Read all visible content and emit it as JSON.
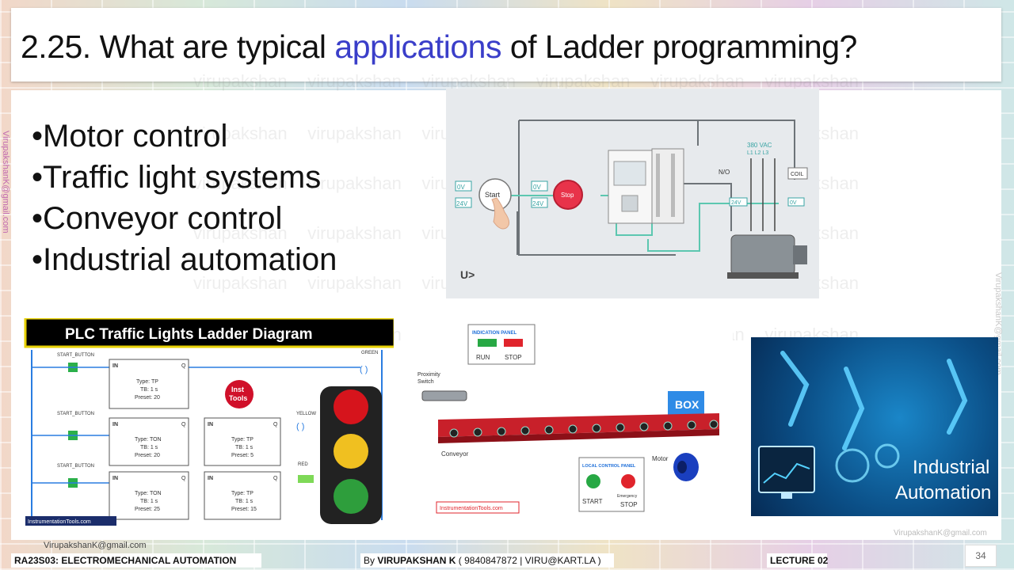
{
  "title": {
    "prefix": "2.25. What are typical ",
    "highlight": "applications",
    "suffix": " of Ladder programming?"
  },
  "bullets": [
    "Motor control",
    "Traffic light systems",
    "Conveyor control",
    "Industrial automation"
  ],
  "watermark": {
    "word": "virupakshan",
    "email": "VirupakshanK@gmail.com"
  },
  "motor_diagram": {
    "start_label": "Start",
    "stop_label": "Stop",
    "zero_v": "0V",
    "v24": "24V",
    "vac_label": "380 VAC",
    "phases": "L1  L2  L3",
    "no_label": "N/O",
    "coil_label": "COIL",
    "logo": "U>"
  },
  "traffic_diagram": {
    "title": "PLC Traffic Lights Ladder Diagram",
    "start_button": "START_BUTTON",
    "green": "GREEN",
    "yellow": "YELLOW",
    "red": "RED",
    "in": "IN",
    "q": "Q",
    "type_tp": "Type: TP",
    "type_ton": "Type: TON",
    "tb": "TB: 1 s",
    "preset_20": "Preset: 20",
    "preset_5": "Preset: 5",
    "preset_25": "Preset: 25",
    "preset_15": "Preset: 15",
    "logo_line1": "Inst",
    "logo_line2": "Tools",
    "site": "InstrumentationTools.com"
  },
  "conveyor_diagram": {
    "indication_panel": "INDICATION PANEL",
    "run": "RUN",
    "stop": "STOP",
    "proximity": "Proximity",
    "switch": "Switch",
    "box": "BOX",
    "conveyor": "Conveyor",
    "motor": "Motor",
    "local_panel": "LOCAL CONTROL PANEL",
    "start": "START",
    "emergency": "Emergency",
    "site": "InstrumentationTools.com"
  },
  "industrial_image": {
    "line1": "Industrial",
    "line2": "Automation"
  },
  "footer": {
    "email": "VirupakshanK@gmail.com",
    "course": "RA23S03:   ELECTROMECHANICAL AUTOMATION",
    "author_prefix": "By ",
    "author_name": "VIRUPAKSHAN K",
    "author_contact": " ( 9840847872   | VIRU@KART.LA )",
    "lecture": "LECTURE 02",
    "page": "34"
  },
  "colors": {
    "title_highlight": "#3a3ec9",
    "conveyor_red": "#c8202a",
    "stop_red": "#e8334a",
    "green_light": "#2e9e3c",
    "yellow_light": "#f0c020"
  }
}
